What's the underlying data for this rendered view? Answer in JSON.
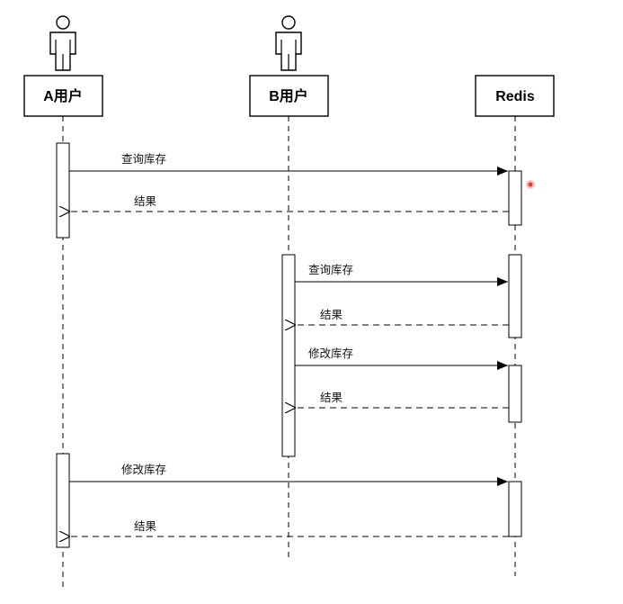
{
  "participants": [
    {
      "id": "a",
      "label": "A用户",
      "icon": "stick-figure-icon"
    },
    {
      "id": "b",
      "label": "B用户",
      "icon": "stick-figure-icon"
    },
    {
      "id": "redis",
      "label": "Redis",
      "icon": null
    }
  ],
  "messages": [
    {
      "from": "a",
      "to": "redis",
      "label": "查询库存",
      "kind": "sync"
    },
    {
      "from": "redis",
      "to": "a",
      "label": "结果",
      "kind": "return"
    },
    {
      "from": "b",
      "to": "redis",
      "label": "查询库存",
      "kind": "sync"
    },
    {
      "from": "redis",
      "to": "b",
      "label": "结果",
      "kind": "return"
    },
    {
      "from": "b",
      "to": "redis",
      "label": "修改库存",
      "kind": "sync"
    },
    {
      "from": "redis",
      "to": "b",
      "label": "结果",
      "kind": "return"
    },
    {
      "from": "a",
      "to": "redis",
      "label": "修改库存",
      "kind": "sync"
    },
    {
      "from": "redis",
      "to": "a",
      "label": "结果",
      "kind": "return"
    }
  ],
  "colors": {
    "line": "#000000",
    "cursor_dot": "#e0403a"
  }
}
